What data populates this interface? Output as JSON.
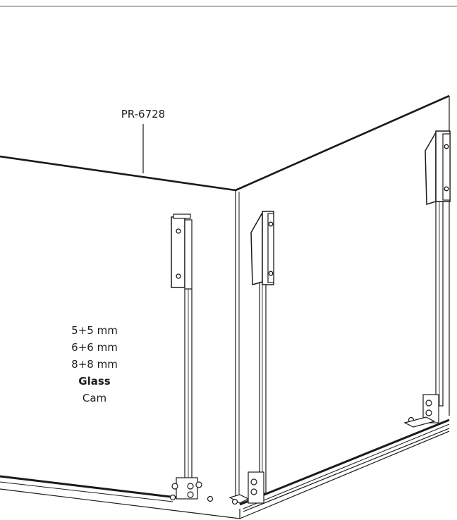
{
  "product_code": "PR-6728",
  "glass_thickness": [
    "5+5 mm",
    "6+6 mm",
    "8+8 mm"
  ],
  "glass_label_en": "Glass",
  "glass_label_tr": "Cam"
}
